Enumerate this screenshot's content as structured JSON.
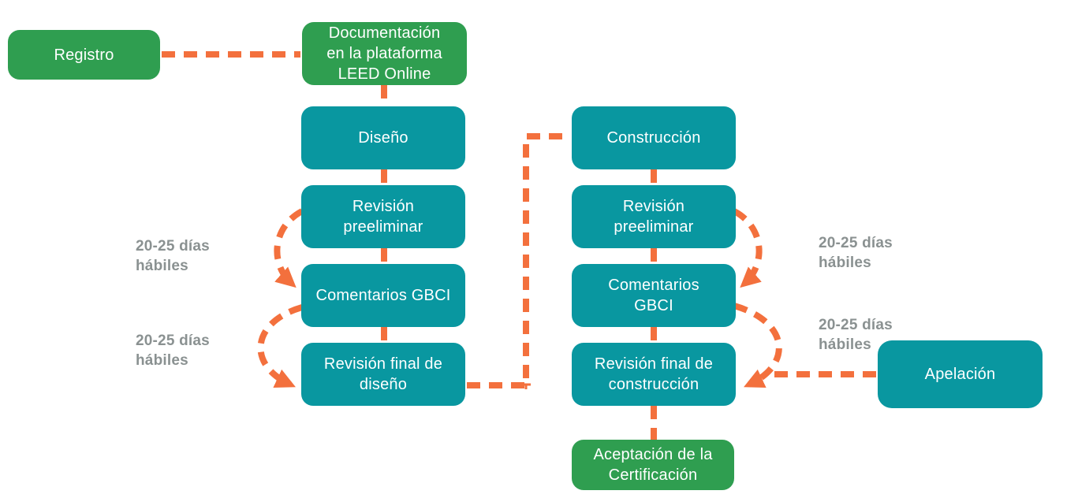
{
  "diagram": {
    "type": "flowchart",
    "language": "es",
    "subject": "Proceso de certificación LEED",
    "colors": {
      "node_green": "#2F9E50",
      "node_teal": "#0997A0",
      "connector_orange": "#F3703D",
      "annotation_gray": "#8A9191",
      "node_text": "#FFFFFF",
      "background": "#FFFFFF"
    },
    "nodes": [
      {
        "id": "registro",
        "label": "Registro",
        "color": "green"
      },
      {
        "id": "documentacion-leed-online",
        "label": "Documentación\nen la plataforma\nLEED Online",
        "color": "green"
      },
      {
        "id": "diseno",
        "label": "Diseño",
        "color": "teal"
      },
      {
        "id": "revision-preeliminar-diseno",
        "label": "Revisión\npreeliminar",
        "color": "teal"
      },
      {
        "id": "comentarios-gbci-diseno",
        "label": "Comentarios GBCI",
        "color": "teal"
      },
      {
        "id": "revision-final-diseno",
        "label": "Revisión final de\ndiseño",
        "color": "teal"
      },
      {
        "id": "construccion",
        "label": "Construcción",
        "color": "teal"
      },
      {
        "id": "revision-preeliminar-construccion",
        "label": "Revisión\npreeliminar",
        "color": "teal"
      },
      {
        "id": "comentarios-gbci-construccion",
        "label": "Comentarios\nGBCI",
        "color": "teal"
      },
      {
        "id": "revision-final-construccion",
        "label": "Revisión final de\nconstrucción",
        "color": "teal"
      },
      {
        "id": "apelacion",
        "label": "Apelación",
        "color": "teal"
      },
      {
        "id": "aceptacion-certificacion",
        "label": "Aceptación de la\nCertificación",
        "color": "green"
      }
    ],
    "annotations": [
      {
        "id": "dias-habiles-diseno-1",
        "text": "20-25 días\nhábiles"
      },
      {
        "id": "dias-habiles-diseno-2",
        "text": "20-25 días\nhábiles"
      },
      {
        "id": "dias-habiles-construccion-1",
        "text": "20-25 días\nhábiles"
      },
      {
        "id": "dias-habiles-construccion-2",
        "text": "20-25 días\nhábiles"
      }
    ]
  }
}
